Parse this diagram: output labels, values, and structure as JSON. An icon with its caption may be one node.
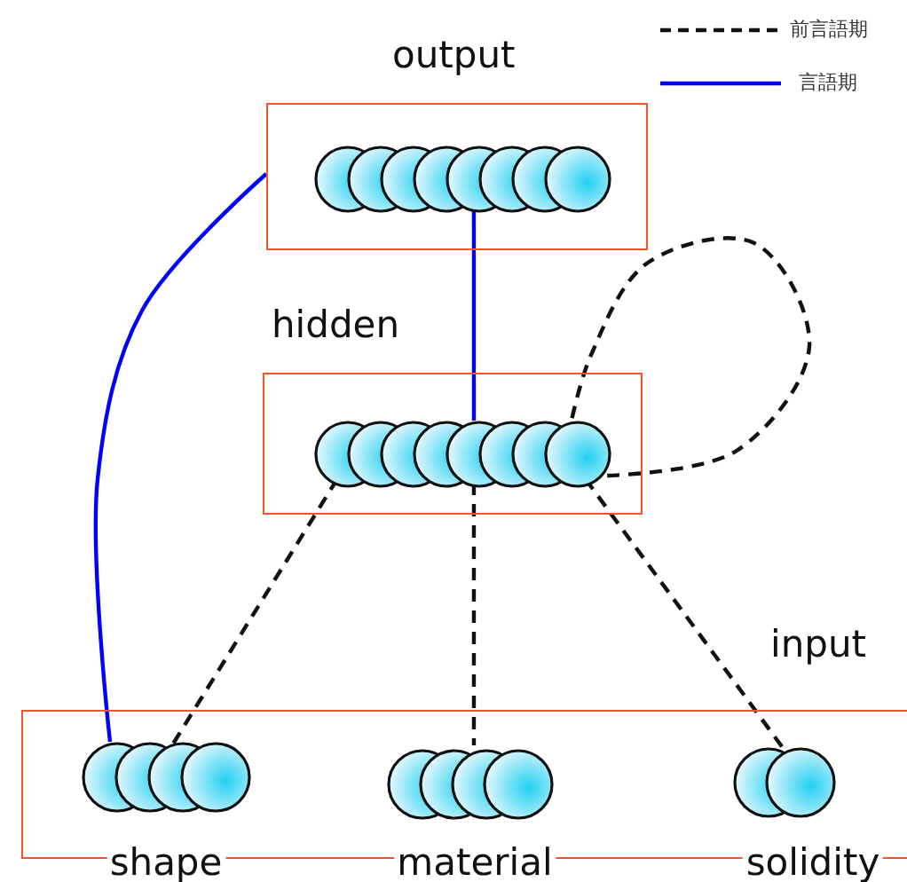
{
  "diagram": {
    "nodes": [
      {
        "text": [
          "output"
        ]
      },
      {
        "text": [
          "hidden"
        ]
      },
      {
        "text": [
          "input"
        ]
      },
      {
        "text": [
          "shape"
        ],
        "in": 2
      },
      {
        "text": [
          "material"
        ],
        "in": 2
      },
      {
        "text": [
          "solidity"
        ],
        "in": 2
      }
    ],
    "edges": [
      {
        "from": 1,
        "to": 0,
        "arrow": "none",
        "color": "#0000ff"
      },
      {
        "from": 3,
        "to": 0,
        "arrow": "none",
        "color": "#0000ff"
      },
      {
        "from": 1,
        "to": 3,
        "arrow": "none",
        "style": "dashed"
      },
      {
        "from": 1,
        "to": 4,
        "arrow": "none",
        "style": "dashed"
      },
      {
        "from": 1,
        "to": 5,
        "arrow": "none",
        "style": "dashed"
      },
      {
        "from": 1,
        "to": 1,
        "arrow": "none",
        "style": "dashed"
      }
    ],
    "legend": [
      {
        "text": "前言語期"
      },
      {
        "text": "言語期"
      }
    ]
  }
}
